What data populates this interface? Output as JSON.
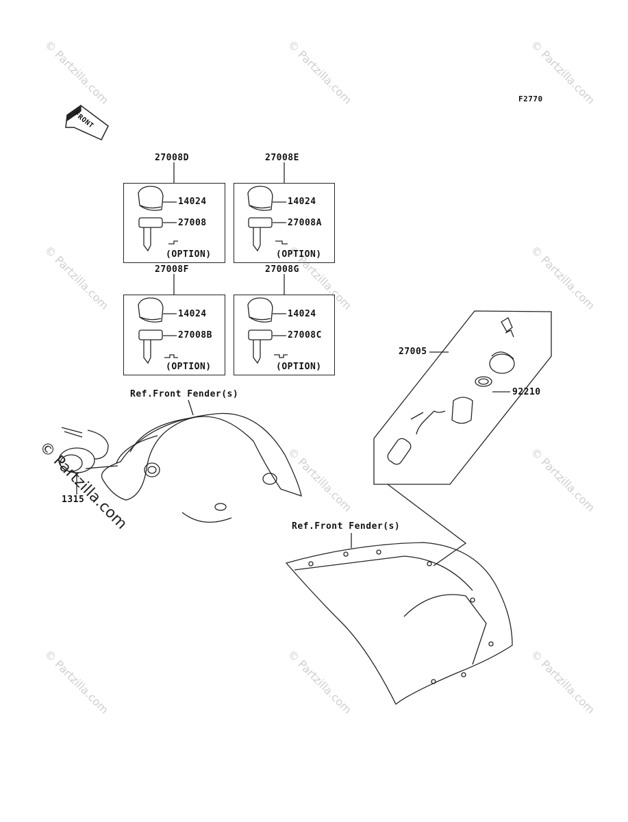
{
  "diagram_code": "F2770",
  "front_label": "FRONT",
  "watermark": "© Partzilla.com",
  "kits": [
    {
      "title": "27008D",
      "cap_part": "14024",
      "key_part": "27008",
      "option": "(OPTION)"
    },
    {
      "title": "27008E",
      "cap_part": "14024",
      "key_part": "27008A",
      "option": "(OPTION)"
    },
    {
      "title": "27008F",
      "cap_part": "14024",
      "key_part": "27008B",
      "option": "(OPTION)"
    },
    {
      "title": "27008G",
      "cap_part": "14024",
      "key_part": "27008C",
      "option": "(OPTION)"
    }
  ],
  "parts": {
    "switch_assy": "27005",
    "nut": "92210",
    "left_switch": "1315"
  },
  "refs": {
    "front_fender_1": "Ref.Front Fender(s)",
    "front_fender_2": "Ref.Front Fender(s)"
  }
}
